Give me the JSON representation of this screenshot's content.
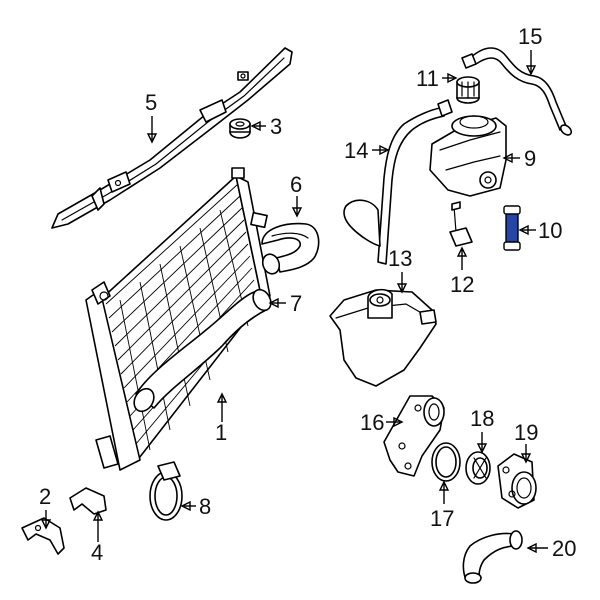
{
  "colors": {
    "line": "#000000",
    "highlight": "#2546a8",
    "background": "#ffffff"
  },
  "callouts": [
    {
      "number": "1"
    },
    {
      "number": "2"
    },
    {
      "number": "3"
    },
    {
      "number": "4"
    },
    {
      "number": "5"
    },
    {
      "number": "6"
    },
    {
      "number": "7"
    },
    {
      "number": "8"
    },
    {
      "number": "9"
    },
    {
      "number": "10",
      "highlighted": true
    },
    {
      "number": "11"
    },
    {
      "number": "12"
    },
    {
      "number": "13"
    },
    {
      "number": "14"
    },
    {
      "number": "15"
    },
    {
      "number": "16"
    },
    {
      "number": "17"
    },
    {
      "number": "18"
    },
    {
      "number": "19"
    },
    {
      "number": "20"
    }
  ]
}
